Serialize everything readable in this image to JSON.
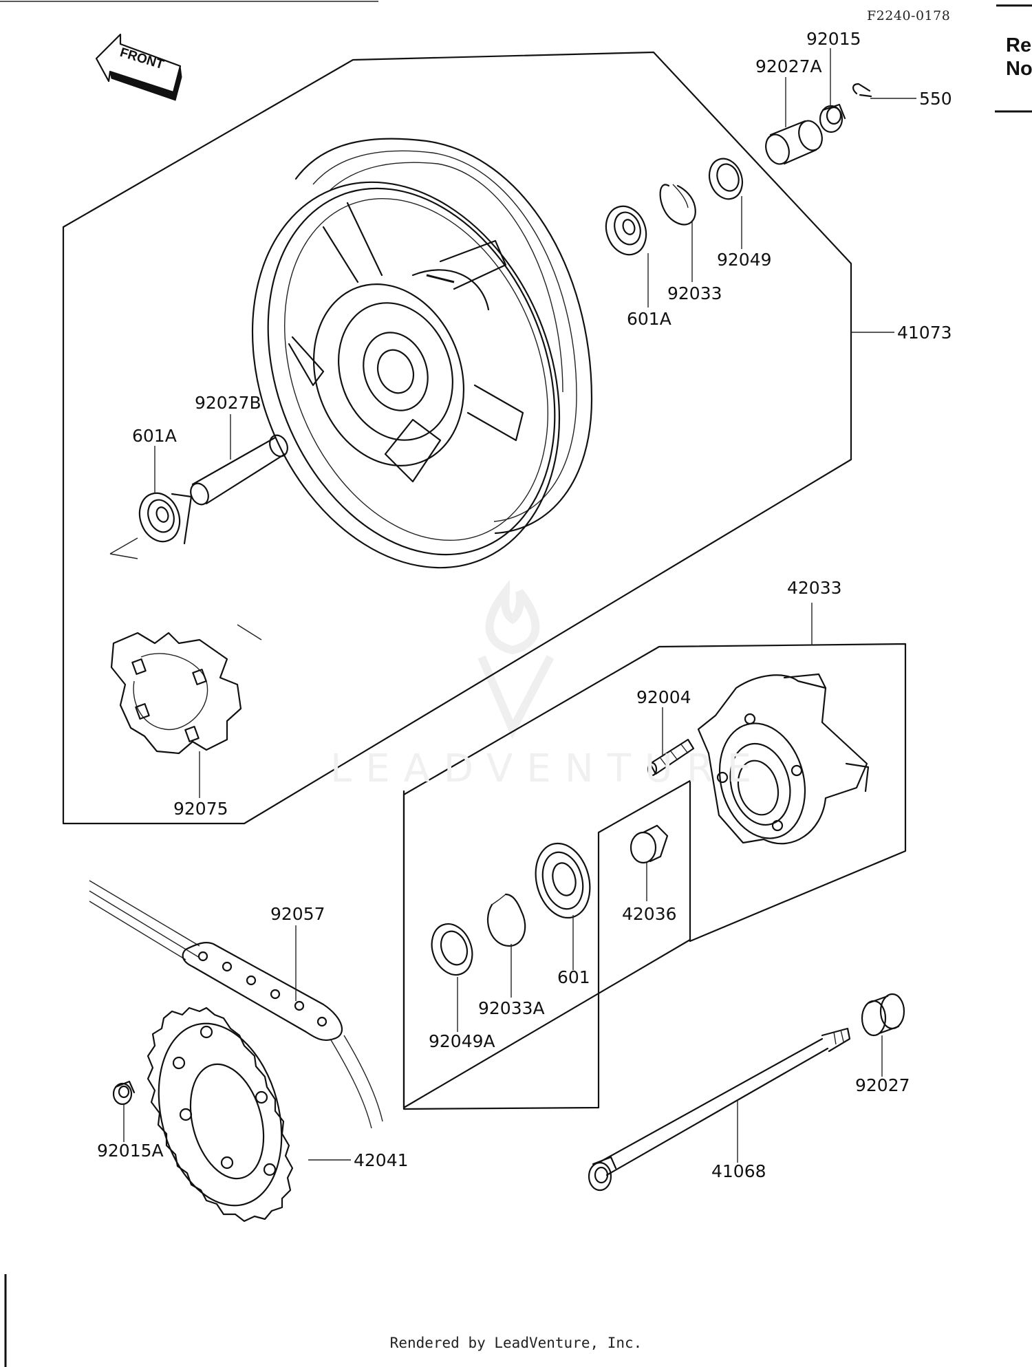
{
  "header": {
    "ref_code": "F2240-0178",
    "side_top": "Re",
    "side_bottom": "No"
  },
  "front_arrow_label": "FRONT",
  "watermark": "LEADVENTURE",
  "parts": [
    {
      "id": "p-92015",
      "number": "92015"
    },
    {
      "id": "p-92027a",
      "number": "92027A"
    },
    {
      "id": "p-550",
      "number": "550"
    },
    {
      "id": "p-92049",
      "number": "92049"
    },
    {
      "id": "p-92033",
      "number": "92033"
    },
    {
      "id": "p-601a-r",
      "number": "601A"
    },
    {
      "id": "p-41073",
      "number": "41073"
    },
    {
      "id": "p-92027b",
      "number": "92027B"
    },
    {
      "id": "p-601a-l",
      "number": "601A"
    },
    {
      "id": "p-42033",
      "number": "42033"
    },
    {
      "id": "p-92004",
      "number": "92004"
    },
    {
      "id": "p-92075",
      "number": "92075"
    },
    {
      "id": "p-42036",
      "number": "42036"
    },
    {
      "id": "p-92057",
      "number": "92057"
    },
    {
      "id": "p-601",
      "number": "601"
    },
    {
      "id": "p-92033a",
      "number": "92033A"
    },
    {
      "id": "p-92049a",
      "number": "92049A"
    },
    {
      "id": "p-92027",
      "number": "92027"
    },
    {
      "id": "p-92015a",
      "number": "92015A"
    },
    {
      "id": "p-42041",
      "number": "42041"
    },
    {
      "id": "p-41068",
      "number": "41068"
    }
  ],
  "footer": "Rendered by LeadVenture, Inc."
}
